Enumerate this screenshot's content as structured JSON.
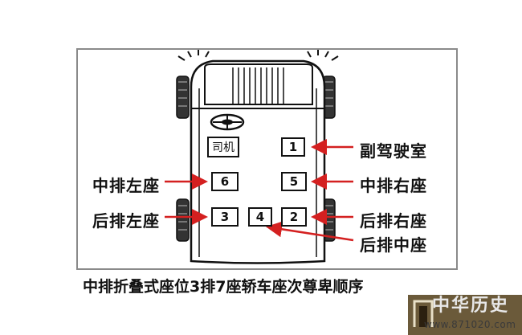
{
  "driver_label": "司机",
  "seats": [
    {
      "id": "1",
      "label": "1"
    },
    {
      "id": "2",
      "label": "2"
    },
    {
      "id": "3",
      "label": "3"
    },
    {
      "id": "4",
      "label": "4"
    },
    {
      "id": "5",
      "label": "5"
    },
    {
      "id": "6",
      "label": "6"
    }
  ],
  "labels": {
    "copilot": "副驾驶室",
    "middle_left": "中排左座",
    "middle_right": "中排右座",
    "rear_left": "后排左座",
    "rear_right": "后排右座",
    "rear_middle": "后排中座"
  },
  "caption": "中排折叠式座位3排7座轿车座次尊卑顺序",
  "watermark": {
    "name": "中华历史",
    "url": "www.871020.com"
  },
  "colors": {
    "arrow": "#d42020",
    "frame": "#8a8a8a",
    "outline": "#111111"
  }
}
